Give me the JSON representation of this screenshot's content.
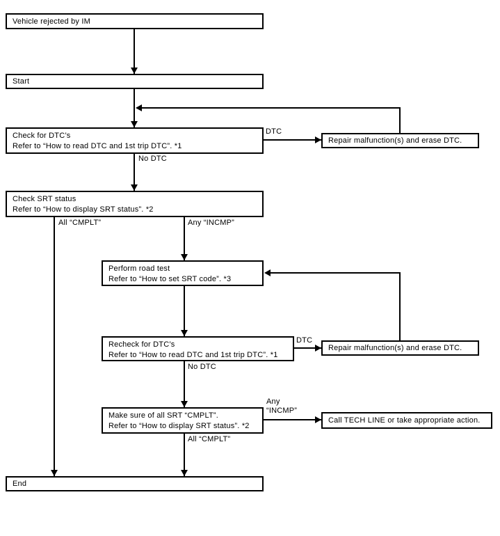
{
  "diagram": {
    "boxes": {
      "vehicle": {
        "line1": "Vehicle rejected by IM"
      },
      "start": {
        "line1": "Start"
      },
      "check_dtc": {
        "line1": "Check for DTC’s",
        "line2": "Refer to “How to read DTC and 1st trip DTC”. *1"
      },
      "repair_1": {
        "line1": "Repair malfunction(s) and erase DTC."
      },
      "check_srt": {
        "line1": "Check SRT status",
        "line2": "Refer to “How to display SRT status”. *2"
      },
      "road_test": {
        "line1": "Perform road test",
        "line2": "Refer to “How to set SRT code”. *3"
      },
      "recheck_dtc": {
        "line1": "Recheck for DTC’s",
        "line2": "Refer to “How to read DTC and 1st trip DTC”. *1"
      },
      "repair_2": {
        "line1": "Repair malfunction(s) and erase DTC."
      },
      "make_sure": {
        "line1": "Make sure of all SRT “CMPLT”.",
        "line2": "Refer to “How to display SRT status”. *2"
      },
      "tech_line": {
        "line1": "Call TECH LINE or take appropriate action."
      },
      "end": {
        "line1": "End"
      }
    },
    "edge_labels": {
      "dtc_1": "DTC",
      "no_dtc_1": "No DTC",
      "all_cmplt_1": "All “CMPLT”",
      "any_incmp_1": "Any “INCMP”",
      "dtc_2": "DTC",
      "no_dtc_2": "No DTC",
      "any_2": "Any",
      "incmp_2": "“INCMP”",
      "all_cmplt_2": "All “CMPLT”"
    },
    "colors": {
      "line": "#000000",
      "box_fill": "#ffffff",
      "background": "#ffffff",
      "text": "#000000"
    }
  }
}
